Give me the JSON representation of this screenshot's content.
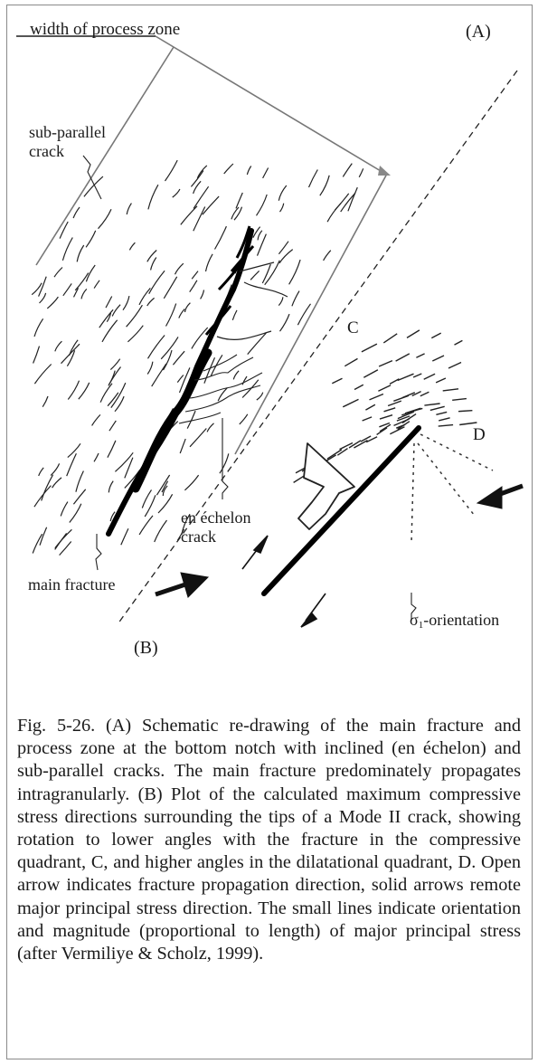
{
  "figure": {
    "label_a": "(A)",
    "label_b": "(B)",
    "width_of_process_zone": "width of process zone",
    "sub_parallel": "sub-parallel",
    "crack": "crack",
    "en_echelon": "en échelon",
    "crack2": "crack",
    "main_fracture": "main fracture",
    "quadrant_c": "C",
    "quadrant_d": "D",
    "sigma_symbol": "σ",
    "sigma_sub": "1",
    "sigma_suffix": "-orientation"
  },
  "caption": {
    "text": "Fig. 5-26. (A) Schematic re-drawing of the main fracture and process zone at the bottom notch with inclined (en échelon) and sub-parallel cracks. The main fracture predominately propagates intragranularly. (B) Plot of the calculated maximum compressive stress directions surrounding the tips of a Mode II crack, showing rotation to lower angles with the fracture in the compressive quadrant, C, and higher angles in the dilatational quadrant, D. Open arrow indicates fracture propagation direction, solid arrows remote major principal stress direction. The small lines indicate orientation and magnitude (proportional to length) of major principal stress (after Vermiliye & Scholz, 1999)."
  }
}
